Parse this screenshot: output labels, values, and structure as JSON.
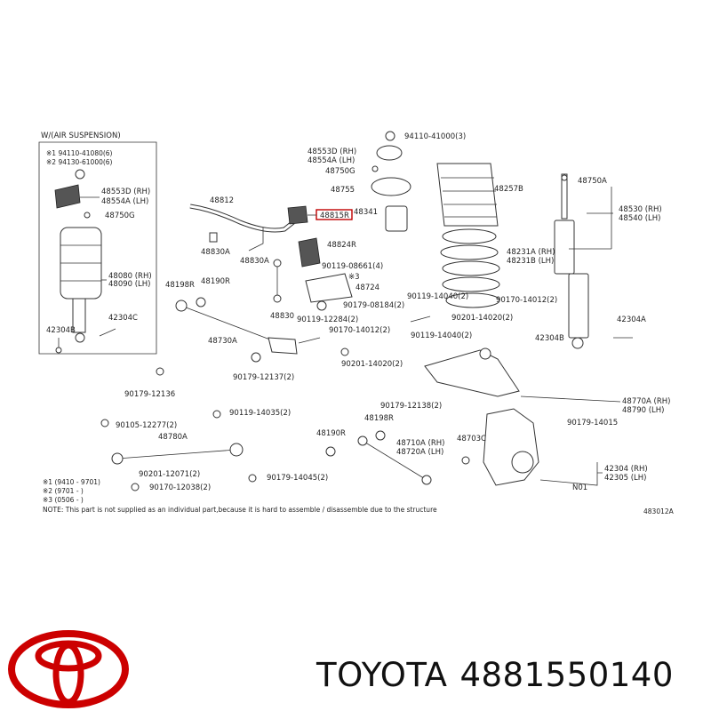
{
  "inset": {
    "title": "W/(AIR SUSPENSION)",
    "note1": "※1 94110-41080(6)",
    "note2": "※2 94130-61000(6)",
    "labels": [
      "48553D (RH)",
      "48554A (LH)",
      "48750G",
      "48080 (RH)",
      "48090 (LH)",
      "42304C",
      "42304B"
    ]
  },
  "labels": [
    "94110-41000(3)",
    "48553D (RH)",
    "48554A (LH)",
    "48750G",
    "48755",
    "48341",
    "48257B",
    "48750A",
    "48530 (RH)",
    "48540 (LH)",
    "48812",
    "48815R",
    "48830A",
    "48830A",
    "48824R",
    "90119-08661(4)",
    "※3",
    "48724",
    "90179-08184(2)",
    "48198R",
    "48190R",
    "48830",
    "90119-12284(2)",
    "90170-14012(2)",
    "90119-14040(2)",
    "90119-14040(2)",
    "90170-14012(2)",
    "90201-14020(2)",
    "48231A (RH)",
    "48231B (LH)",
    "42304A",
    "42304B",
    "48730A",
    "90179-12137(2)",
    "90201-14020(2)",
    "90179-12136",
    "48770A (RH)",
    "48790 (LH)",
    "90179-14015",
    "90179-12138(2)",
    "48198R",
    "90105-12277(2)",
    "90119-14035(2)",
    "48780A",
    "48190R",
    "48710A (RH)",
    "48720A (LH)",
    "48703C",
    "42304 (RH)",
    "42305 (LH)",
    "N01",
    "90201-12071(2)",
    "90179-14045(2)",
    "90170-12038(2)"
  ],
  "legend": {
    "row1": "※1 (9410 - 9701)",
    "row2": "※2 (9701 - )",
    "row3": "※3 (0506 - )",
    "footnote": "NOTE: This part is not supplied as an individual part,because it is hard to assemble / disassemble due to the structure",
    "ref": "483012A"
  },
  "brand": {
    "name": "TOYOTA",
    "part_number": "4881550140",
    "logo_color": "#cc0000"
  }
}
